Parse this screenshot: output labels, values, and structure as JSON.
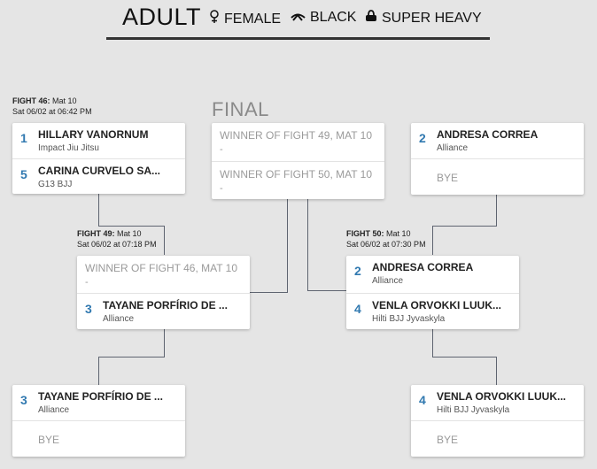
{
  "header": {
    "title": "ADULT",
    "gender": "FEMALE",
    "belt": "BLACK",
    "weight": "SUPER HEAVY",
    "icons": {
      "gender": "female-icon",
      "belt": "belt-icon",
      "weight": "kettlebell-icon"
    }
  },
  "final_label": "FINAL",
  "fights": {
    "f46": {
      "label": "FIGHT 46:",
      "mat": "Mat 10",
      "time": "Sat 06/02 at 06:42 PM",
      "top": {
        "seed": "1",
        "name": "HILLARY VANORNUM",
        "team": "Impact Jiu Jitsu"
      },
      "bottom": {
        "seed": "5",
        "name": "CARINA CURVELO SA...",
        "team": "G13 BJJ"
      }
    },
    "f49": {
      "label": "FIGHT 49:",
      "mat": "Mat 10",
      "time": "Sat 06/02 at 07:18 PM",
      "top": {
        "winner": "WINNER OF FIGHT 46, MAT 10",
        "dash": "-"
      },
      "bottom": {
        "seed": "3",
        "name": "TAYANE PORFÍRIO DE ...",
        "team": "Alliance"
      }
    },
    "final": {
      "top": {
        "winner": "WINNER OF FIGHT 49, MAT 10",
        "dash": "-"
      },
      "bottom": {
        "winner": "WINNER OF FIGHT 50, MAT 10",
        "dash": "-"
      }
    },
    "f50": {
      "label": "FIGHT 50:",
      "mat": "Mat 10",
      "time": "Sat 06/02 at 07:30 PM",
      "top": {
        "seed": "2",
        "name": "ANDRESA CORREA",
        "team": "Alliance"
      },
      "bottom": {
        "seed": "4",
        "name": "VENLA ORVOKKI LUUK...",
        "team": "Hilti BJJ Jyvaskyla"
      }
    },
    "bye_left": {
      "top": {
        "seed": "3",
        "name": "TAYANE PORFÍRIO DE ...",
        "team": "Alliance"
      },
      "bottom": {
        "bye": "BYE"
      }
    },
    "bye_right_top": {
      "top": {
        "seed": "2",
        "name": "ANDRESA CORREA",
        "team": "Alliance"
      },
      "bottom": {
        "bye": "BYE"
      }
    },
    "bye_right_bottom": {
      "top": {
        "seed": "4",
        "name": "VENLA ORVOKKI LUUK...",
        "team": "Hilti BJJ Jyvaskyla"
      },
      "bottom": {
        "bye": "BYE"
      }
    }
  }
}
